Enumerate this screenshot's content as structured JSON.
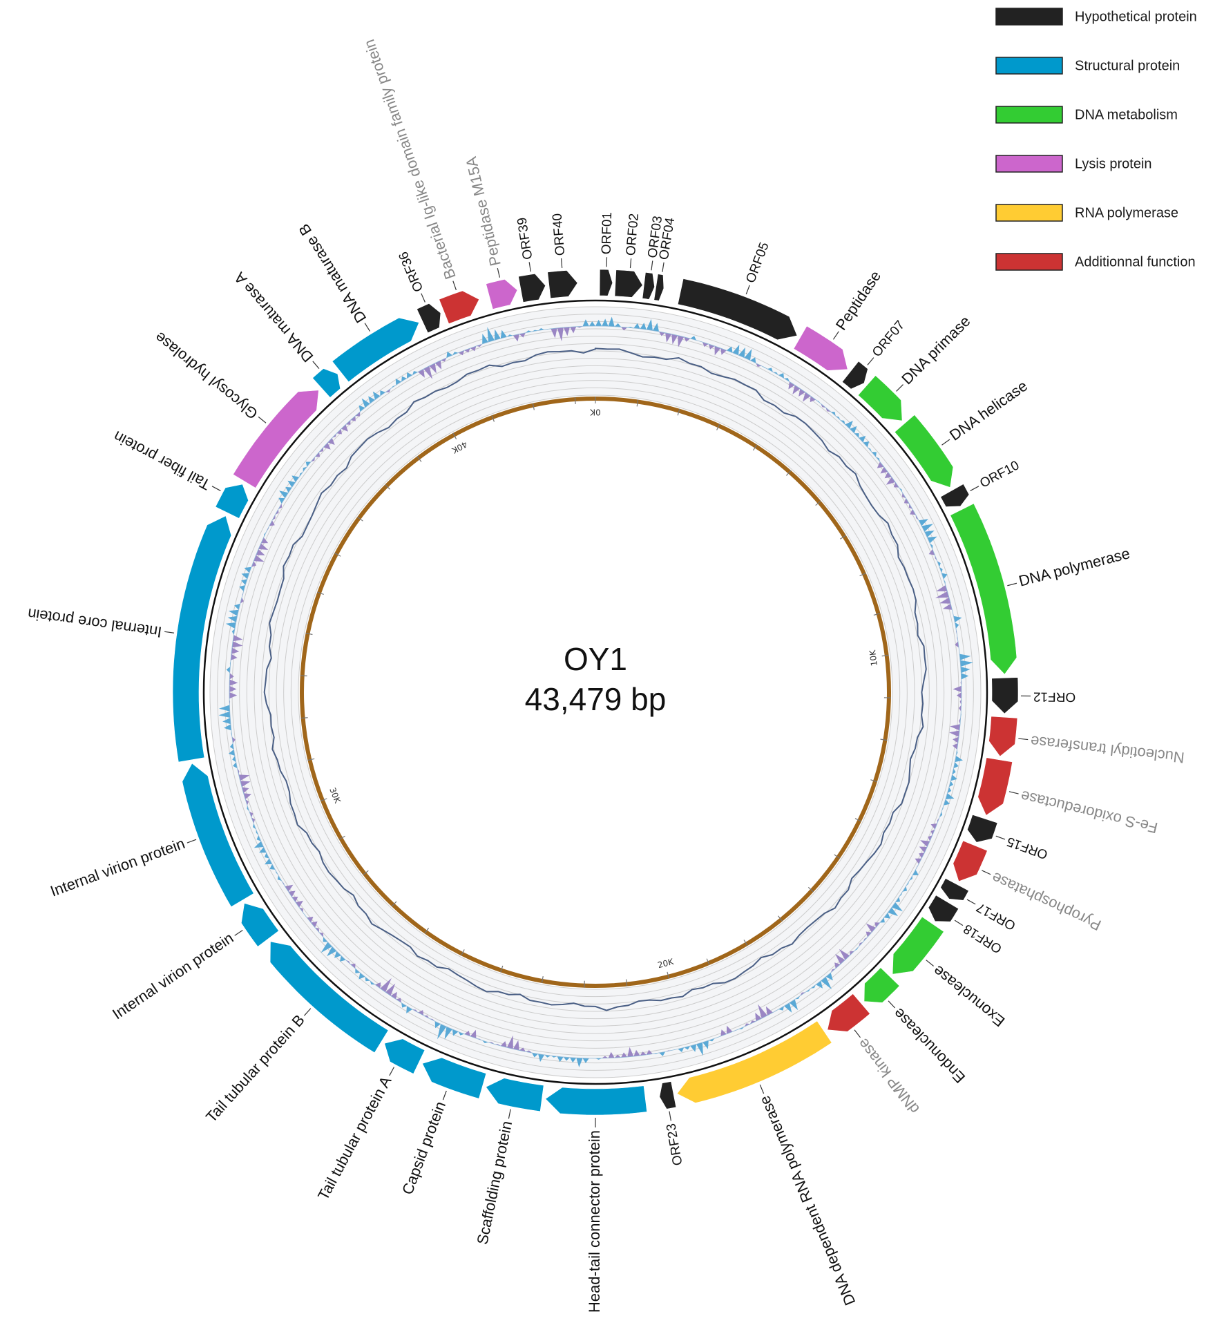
{
  "genome": {
    "name": "OY1",
    "length_label": "43,479 bp",
    "length_bp": 43479
  },
  "legend": [
    {
      "category": "hypothetical",
      "label": "Hypothetical protein",
      "color": "#222222"
    },
    {
      "category": "structural",
      "label": "Structural protein",
      "color": "#0099cc"
    },
    {
      "category": "dna",
      "label": "DNA metabolism",
      "color": "#33cc33"
    },
    {
      "category": "lysis",
      "label": "Lysis protein",
      "color": "#cc66cc"
    },
    {
      "category": "rnap",
      "label": "RNA polymerase",
      "color": "#ffcc33"
    },
    {
      "category": "additional",
      "label": "Additionnal function",
      "color": "#cc3333"
    }
  ],
  "ticks": [
    {
      "label": "0K",
      "angle": 0
    },
    {
      "label": "10K",
      "angle": 83
    },
    {
      "label": "20K",
      "angle": 165.5
    },
    {
      "label": "30K",
      "angle": 248.4
    },
    {
      "label": "40K",
      "angle": 331
    }
  ],
  "genes": [
    {
      "label": "ORF01",
      "category": "hypothetical",
      "start": 0.6,
      "end": 2.4,
      "gray": false,
      "lead": 1.55
    },
    {
      "label": "ORF02",
      "category": "hypothetical",
      "start": 2.8,
      "end": 6.6,
      "gray": false,
      "lead": 1.3
    },
    {
      "label": "ORF03",
      "category": "hypothetical",
      "start": 6.8,
      "end": 8.3,
      "gray": false,
      "lead": 1.08
    },
    {
      "label": "ORF04",
      "category": "hypothetical",
      "start": 8.5,
      "end": 9.6,
      "gray": false,
      "lead": 1.0
    },
    {
      "label": "ORF05",
      "category": "hypothetical",
      "start": 12.0,
      "end": 29.5,
      "gray": false,
      "lead": 0.95
    },
    {
      "label": "Peptidase",
      "category": "lysis",
      "start": 30.0,
      "end": 38.0,
      "gray": false,
      "lead": 0.95
    },
    {
      "label": "ORF07",
      "category": "hypothetical",
      "start": 38.5,
      "end": 41.0,
      "gray": false,
      "lead": 0.95
    },
    {
      "label": "DNA primase",
      "category": "dna",
      "start": 41.5,
      "end": 48.5,
      "gray": false,
      "lead": 0.95
    },
    {
      "label": "DNA helicase",
      "category": "dna",
      "start": 49.0,
      "end": 60.0,
      "gray": false,
      "lead": 0.95
    },
    {
      "label": "ORF10",
      "category": "hypothetical",
      "start": 60.5,
      "end": 63.0,
      "gray": false,
      "lead": 0.95
    },
    {
      "label": "DNA polymerase",
      "category": "dna",
      "start": 63.5,
      "end": 87.5,
      "gray": false,
      "lead": 0.95
    },
    {
      "label": "ORF12",
      "category": "hypothetical",
      "start": 88.0,
      "end": 93.0,
      "gray": false,
      "lead": 0.95
    },
    {
      "label": "Nucleotidyl transferase",
      "category": "additional",
      "start": 93.5,
      "end": 99.0,
      "gray": true,
      "lead": 0.95
    },
    {
      "label": "Fe-S oxidoreductase",
      "category": "additional",
      "start": 99.5,
      "end": 107.5,
      "gray": true,
      "lead": 0.95
    },
    {
      "label": "ORF15",
      "category": "hypothetical",
      "start": 108.0,
      "end": 111.5,
      "gray": false,
      "lead": 0.95
    },
    {
      "label": "Pyrophosphatase",
      "category": "additional",
      "start": 112.0,
      "end": 117.5,
      "gray": true,
      "lead": 0.95
    },
    {
      "label": "ORF17",
      "category": "hypothetical",
      "start": 118.0,
      "end": 120.3,
      "gray": false,
      "lead": 0.95
    },
    {
      "label": "ORF18",
      "category": "hypothetical",
      "start": 120.8,
      "end": 124.0,
      "gray": false,
      "lead": 0.95
    },
    {
      "label": "Exonuclease",
      "category": "dna",
      "start": 124.5,
      "end": 133.5,
      "gray": false,
      "lead": 0.95
    },
    {
      "label": "Endonuclease",
      "category": "dna",
      "start": 134.0,
      "end": 139.0,
      "gray": false,
      "lead": 0.95
    },
    {
      "label": "dNMP kinase",
      "category": "additional",
      "start": 139.5,
      "end": 145.5,
      "gray": true,
      "lead": 0.95
    },
    {
      "label": "DNA dependent RNA polymerase",
      "category": "rnap",
      "start": 146.0,
      "end": 168.5,
      "gray": false,
      "lead": 0.95
    },
    {
      "label": "ORF23",
      "category": "hypothetical",
      "start": 169.0,
      "end": 171.0,
      "gray": false,
      "lead": 0.95
    },
    {
      "label": "Head-tail connector protein",
      "category": "structural",
      "start": 173.0,
      "end": 187.0,
      "gray": false,
      "lead": 0.95
    },
    {
      "label": "Scaffolding protein",
      "category": "structural",
      "start": 187.5,
      "end": 195.5,
      "gray": false,
      "lead": 0.95
    },
    {
      "label": "Capsid protein",
      "category": "structural",
      "start": 196.0,
      "end": 205.0,
      "gray": false,
      "lead": 0.95
    },
    {
      "label": "Tail tubular protein A",
      "category": "structural",
      "start": 205.5,
      "end": 211.0,
      "gray": false,
      "lead": 0.95
    },
    {
      "label": "Tail tubular protein B",
      "category": "structural",
      "start": 211.5,
      "end": 232.5,
      "gray": false,
      "lead": 0.95
    },
    {
      "label": "Internal virion protein",
      "category": "structural",
      "start": 233.0,
      "end": 239.0,
      "gray": false,
      "lead": 0.95
    },
    {
      "label": "Internal virion protein",
      "category": "structural",
      "start": 239.5,
      "end": 260.0,
      "gray": false,
      "lead": 0.95
    },
    {
      "label": "Internal core protein",
      "category": "structural",
      "start": 260.5,
      "end": 295.5,
      "gray": false,
      "lead": 0.95
    },
    {
      "label": "Tail fiber protein",
      "category": "structural",
      "start": 296.0,
      "end": 300.5,
      "gray": false,
      "lead": 0.95
    },
    {
      "label": "Glycosyl hydrolase",
      "category": "lysis",
      "start": 301.0,
      "end": 317.5,
      "gray": false,
      "lead": 0.95
    },
    {
      "label": "DNA maturase A",
      "category": "structural",
      "start": 318.0,
      "end": 321.0,
      "gray": false,
      "lead": 0.95
    },
    {
      "label": "DNA maturase B",
      "category": "structural",
      "start": 321.5,
      "end": 334.5,
      "gray": false,
      "lead": 0.95
    },
    {
      "label": "ORF36",
      "category": "hypothetical",
      "start": 335.0,
      "end": 337.8,
      "gray": false,
      "lead": 0.95
    },
    {
      "label": "Bacterial Ig-like domain family protein",
      "category": "additional",
      "start": 338.3,
      "end": 343.5,
      "gray": true,
      "lead": 0.95
    },
    {
      "label": "Peptidase M15A",
      "category": "lysis",
      "start": 345.0,
      "end": 349.0,
      "gray": true,
      "lead": 0.95
    },
    {
      "label": "ORF39",
      "category": "hypothetical",
      "start": 349.5,
      "end": 353.0,
      "gray": false,
      "lead": 0.95
    },
    {
      "label": "ORF40",
      "category": "hypothetical",
      "start": 353.5,
      "end": 357.5,
      "gray": false,
      "lead": 0.95
    }
  ],
  "colors": {
    "gc_skew_positive": "#5aa9d6",
    "gc_skew_negative": "#9a86c4",
    "gc_content_line": "#4a5f85",
    "inner_ring": "#a0661a",
    "backbone": "#111111",
    "grid": "#cccccc",
    "label_dark": "#111111",
    "label_gray": "#888888"
  }
}
